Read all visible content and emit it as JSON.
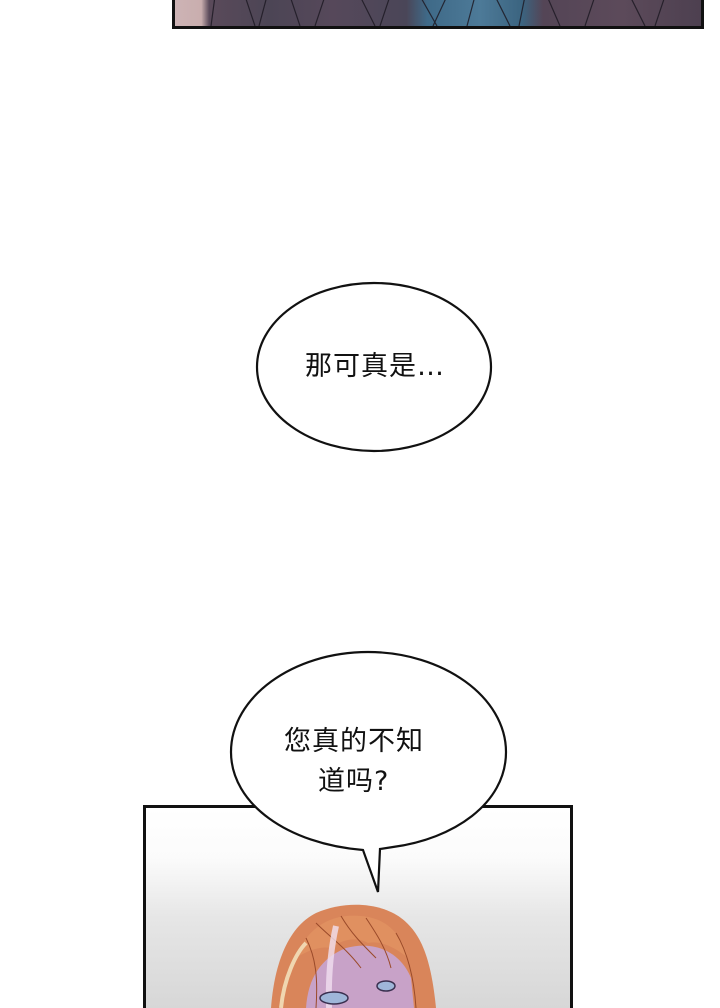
{
  "page": {
    "type": "webcomic-strip",
    "background": "#ffffff"
  },
  "panels": [
    {
      "id": "top-panel",
      "description": "bottom edge of an illustrated panel with dark purple and blue clothing",
      "colors": {
        "border": "#111111",
        "purple": "#4c4555",
        "blue": "#4d7a98",
        "skin": "#cdb3b5"
      }
    },
    {
      "id": "bottom-panel",
      "description": "panel showing an orange-haired character looking up",
      "colors": {
        "border": "#111111",
        "hair": "#d9855a",
        "skin": "#c9a6c6",
        "eyes": "#9fb6d9"
      }
    }
  ],
  "bubbles": [
    {
      "id": "bubble-1",
      "lines": [
        "那可真是…"
      ]
    },
    {
      "id": "bubble-2",
      "lines": [
        "您真的不知",
        "道吗?"
      ]
    }
  ]
}
